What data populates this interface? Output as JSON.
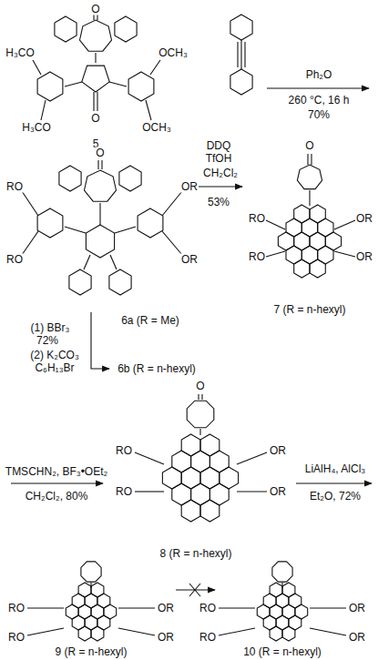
{
  "diagram": {
    "labels": [
      "O",
      "O",
      "H₃CO",
      "OCH₃",
      "H₃CO",
      "OCH₃",
      "5",
      "Ph₂O",
      "260 °C, 16 h",
      "70%",
      "O",
      "RO",
      "OR",
      "RO",
      "OR",
      "DDQ",
      "TfOH",
      "CH₂Cl₂",
      "53%",
      "O",
      "RO",
      "OR",
      "RO",
      "OR",
      "7 (R = n-hexyl)",
      "6a (R = Me)",
      "(1) BBr₃",
      "72%",
      "(2) K₂CO₃",
      "C₆H₁₃Br",
      "6b (R = n-hexyl)",
      "TMSCHN₂, BF₃•OEt₂",
      "CH₂Cl₂, 80%",
      "O",
      "RO",
      "OR",
      "RO",
      "OR",
      "8 (R = n-hexyl)",
      "LiAlH₄, AlCl₃",
      "Et₂O, 72%",
      "RO",
      "OR",
      "RO",
      "OR",
      "9 (R = n-hexyl)",
      "RO",
      "OR",
      "RO",
      "OR",
      "10 (R = n-hexyl)"
    ]
  }
}
